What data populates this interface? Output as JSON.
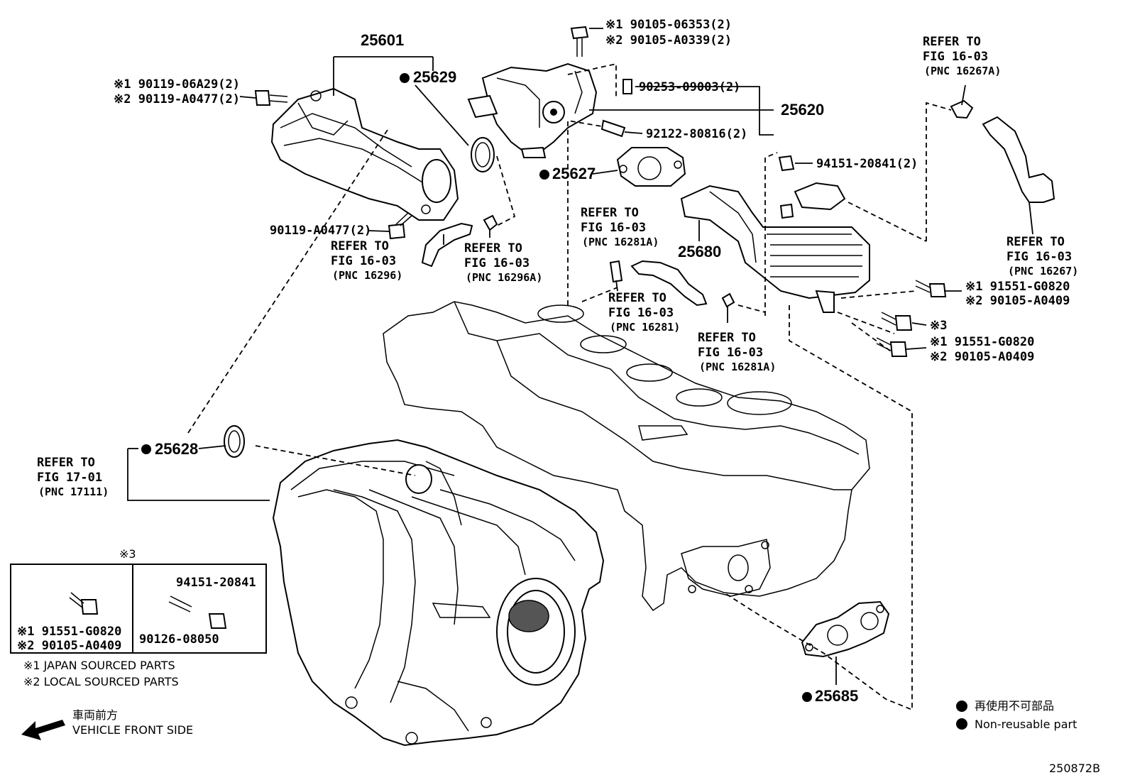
{
  "parts": {
    "p25601": "25601",
    "p25629": "25629",
    "p25620": "25620",
    "p25627": "25627",
    "p25680": "25680",
    "p25628": "25628",
    "p25685": "25685"
  },
  "fasteners": {
    "f90119_06A29": "※1 90119-06A29(2)",
    "f90119_A0477_2": "※2 90119-A0477(2)",
    "f90119_A0477": "90119-A0477(2)",
    "f90105_06353": "※1 90105-06353(2)",
    "f90105_A0339": "※2 90105-A0339(2)",
    "f90253": "90253-09003(2)",
    "f92122": "92122-80816(2)",
    "f94151_2": "94151-20841(2)",
    "f91551_a": "※1 91551-G0820",
    "f90105_a": "※2 90105-A0409",
    "f_m3": "※3",
    "f91551_b": "※1 91551-G0820",
    "f90105_b": "※2 90105-A0409"
  },
  "refs": [
    {
      "l1": "REFER TO",
      "l2": "FIG 16-03",
      "l3": "(PNC 16267A)"
    },
    {
      "l1": "REFER TO",
      "l2": "FIG 16-03",
      "l3": "(PNC 16267)"
    },
    {
      "l1": "REFER TO",
      "l2": "FIG 16-03",
      "l3": "(PNC 16296)"
    },
    {
      "l1": "REFER TO",
      "l2": "FIG 16-03",
      "l3": "(PNC 16296A)"
    },
    {
      "l1": "REFER TO",
      "l2": "FIG 16-03",
      "l3": "(PNC 16281A)"
    },
    {
      "l1": "REFER TO",
      "l2": "FIG 16-03",
      "l3": "(PNC 16281)"
    },
    {
      "l1": "REFER TO",
      "l2": "FIG 16-03",
      "l3": "(PNC 16281A)"
    },
    {
      "l1": "REFER TO",
      "l2": "FIG 17-01",
      "l3": "(PNC 17111)"
    }
  ],
  "inset": {
    "mark": "※3",
    "a1": "※1 91551-G0820",
    "a2": "※2 90105-A0409",
    "b1": "94151-20841",
    "b2": "90126-08050"
  },
  "notes": {
    "n1": "※1 JAPAN SOURCED PARTS",
    "n2": "※2 LOCAL SOURCED PARTS",
    "front_jp": "車両前方",
    "front_en": "VEHICLE FRONT SIDE",
    "legend_jp": "再使用不可部品",
    "legend_en": "Non-reusable part",
    "fig_id": "250872B"
  }
}
